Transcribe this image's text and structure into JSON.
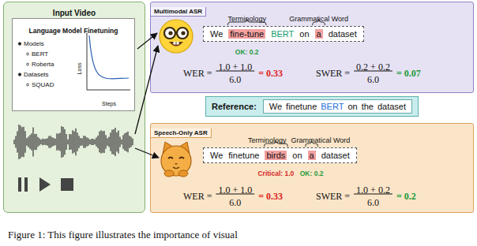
{
  "diagram": {
    "caption": "Figure 1: This figure illustrates the importance of visual",
    "nodes": [
      {
        "text": [
          "Input Video"
        ]
      },
      {
        "text": [
          "Language Model Finetuning",
          "Models",
          "BERT",
          "Roberta",
          "Datasets",
          "SQUAD",
          "Loss",
          "Steps"
        ],
        "in": 0
      },
      {
        "text": [
          "Multimodal ASR"
        ]
      },
      {
        "text": [
          "We",
          "fine-tune",
          "BERT",
          "on",
          "a",
          "dataset"
        ],
        "in": 2
      },
      {
        "text": [
          "Reference:"
        ]
      },
      {
        "text": [
          "We",
          "finetune",
          "BERT",
          "on",
          "the",
          "dataset"
        ],
        "in": 4
      },
      {
        "text": [
          "Speech-Only ASR"
        ]
      },
      {
        "text": [
          "We",
          "finetune",
          "birds",
          "on",
          "a",
          "dataset"
        ],
        "in": 6
      }
    ],
    "labels": [
      "Terminology",
      "Grammatical Word",
      "OK: 0.2",
      "WER =",
      "1.0 + 1.0",
      "6.0",
      "= 0.33",
      "SWER =",
      "0.2 + 0.2",
      "6.0",
      "= 0.07",
      "Terminology",
      "Grammatical Word",
      "Critical: 1.0",
      "OK: 0.2",
      "WER =",
      "1.0 + 1.0",
      "6.0",
      "= 0.33",
      "SWER =",
      "1.0 + 0.2",
      "6.0",
      "= 0.2"
    ]
  }
}
